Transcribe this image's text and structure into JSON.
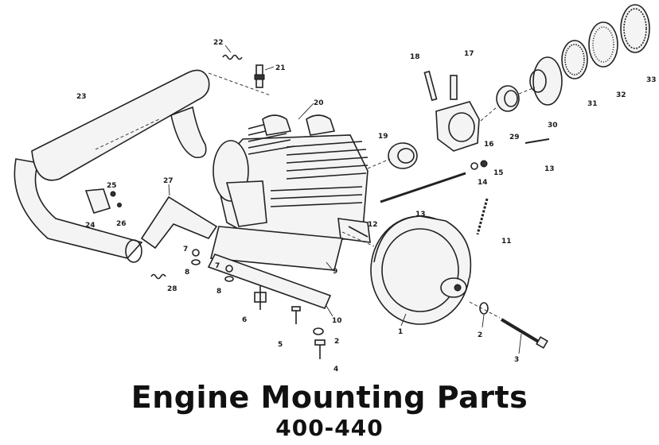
{
  "title": "Engine Mounting Parts",
  "subtitle": "400-440",
  "callouts": [
    {
      "num": "1"
    },
    {
      "num": "2"
    },
    {
      "num": "2"
    },
    {
      "num": "3"
    },
    {
      "num": "4"
    },
    {
      "num": "5"
    },
    {
      "num": "6"
    },
    {
      "num": "7"
    },
    {
      "num": "7"
    },
    {
      "num": "8"
    },
    {
      "num": "8"
    },
    {
      "num": "9"
    },
    {
      "num": "10"
    },
    {
      "num": "11"
    },
    {
      "num": "12"
    },
    {
      "num": "13"
    },
    {
      "num": "13"
    },
    {
      "num": "14"
    },
    {
      "num": "15"
    },
    {
      "num": "16"
    },
    {
      "num": "17"
    },
    {
      "num": "18"
    },
    {
      "num": "19"
    },
    {
      "num": "20"
    },
    {
      "num": "21"
    },
    {
      "num": "22"
    },
    {
      "num": "23"
    },
    {
      "num": "24"
    },
    {
      "num": "25"
    },
    {
      "num": "26"
    },
    {
      "num": "27"
    },
    {
      "num": "28"
    },
    {
      "num": "29"
    },
    {
      "num": "30"
    },
    {
      "num": "31"
    },
    {
      "num": "32"
    },
    {
      "num": "33"
    }
  ]
}
